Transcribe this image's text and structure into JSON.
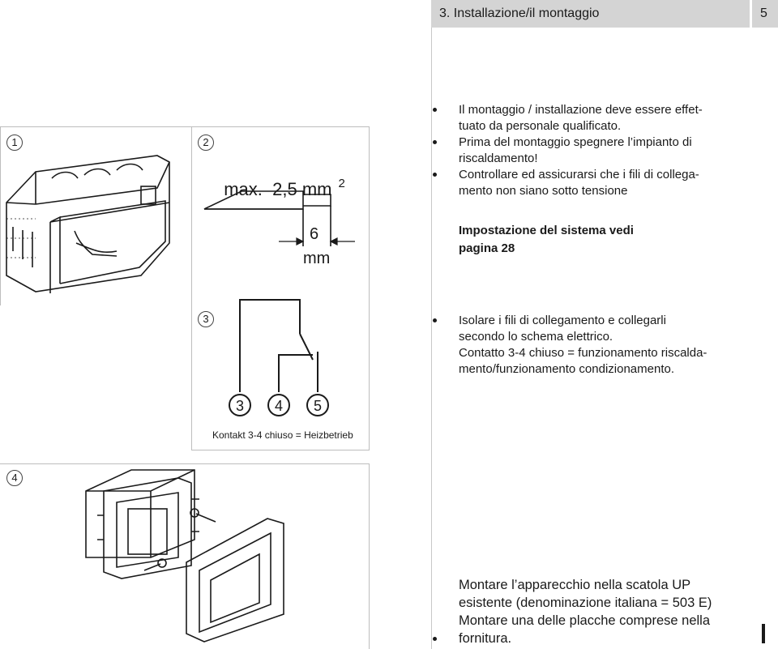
{
  "header": {
    "section_title": "3. Installazione/il montaggio",
    "page_number": "5"
  },
  "figures": {
    "fig1": {
      "number": "1"
    },
    "fig2": {
      "number": "2",
      "max_label": "max.  2,5 mm",
      "max_sup": "2",
      "length_value": "6",
      "length_unit": "mm"
    },
    "fig3": {
      "number": "3",
      "terminals": [
        "3",
        "4",
        "5"
      ],
      "caption": "Kontakt 3-4 chiuso = Heizbetrieb"
    },
    "fig4": {
      "number": "4"
    }
  },
  "text": {
    "safety_lines": [
      "Il montaggio / installazione deve essere effet-",
      "tuato da personale qualificato.",
      "Prima del montaggio spegnere l’impianto di",
      "riscaldamento!",
      "Controllare ed assicurarsi che i fili di collega-",
      "mento non siano sotto tensione"
    ],
    "setup_note_lines": [
      "Impostazione del sistema vedi",
      "pagina 28"
    ],
    "wiring_lines": [
      "Isolare i fili di collegamento e collegarli",
      "secondo lo schema elettrico.",
      "Contatto 3-4 chiuso = funzionamento riscalda-",
      "mento/funzionamento condizionamento."
    ],
    "mounting_lines": [
      "Montare l’apparecchio nella scatola UP",
      "esistente (denominazione italiana = 503 E)",
      "Montare una delle placche comprese nella",
      "fornitura."
    ]
  }
}
